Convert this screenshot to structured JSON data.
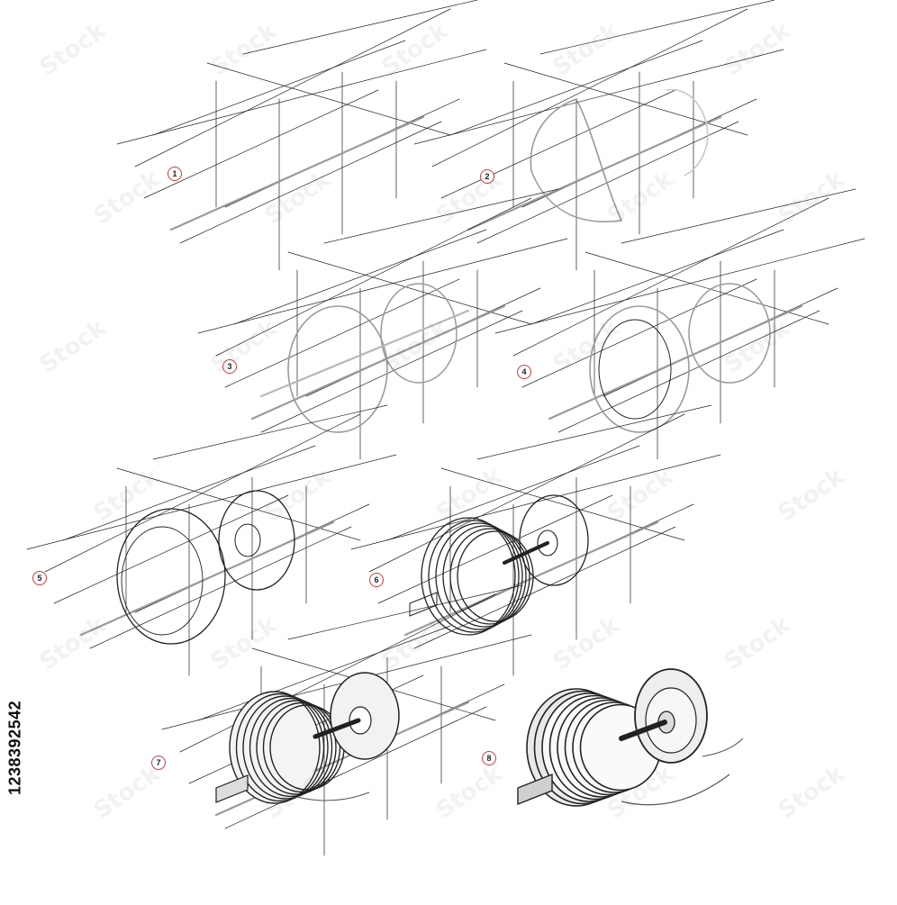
{
  "stock_id": "1238392542",
  "watermark": "Stock",
  "steps": [
    "1",
    "2",
    "3",
    "4",
    "5",
    "6",
    "7",
    "8"
  ],
  "colors": {
    "step_ring": "#d23a3a",
    "line": "#222222",
    "guide": "#9a9a9a",
    "shade": "#555555"
  },
  "subject": "dumbbell-drawing-steps"
}
